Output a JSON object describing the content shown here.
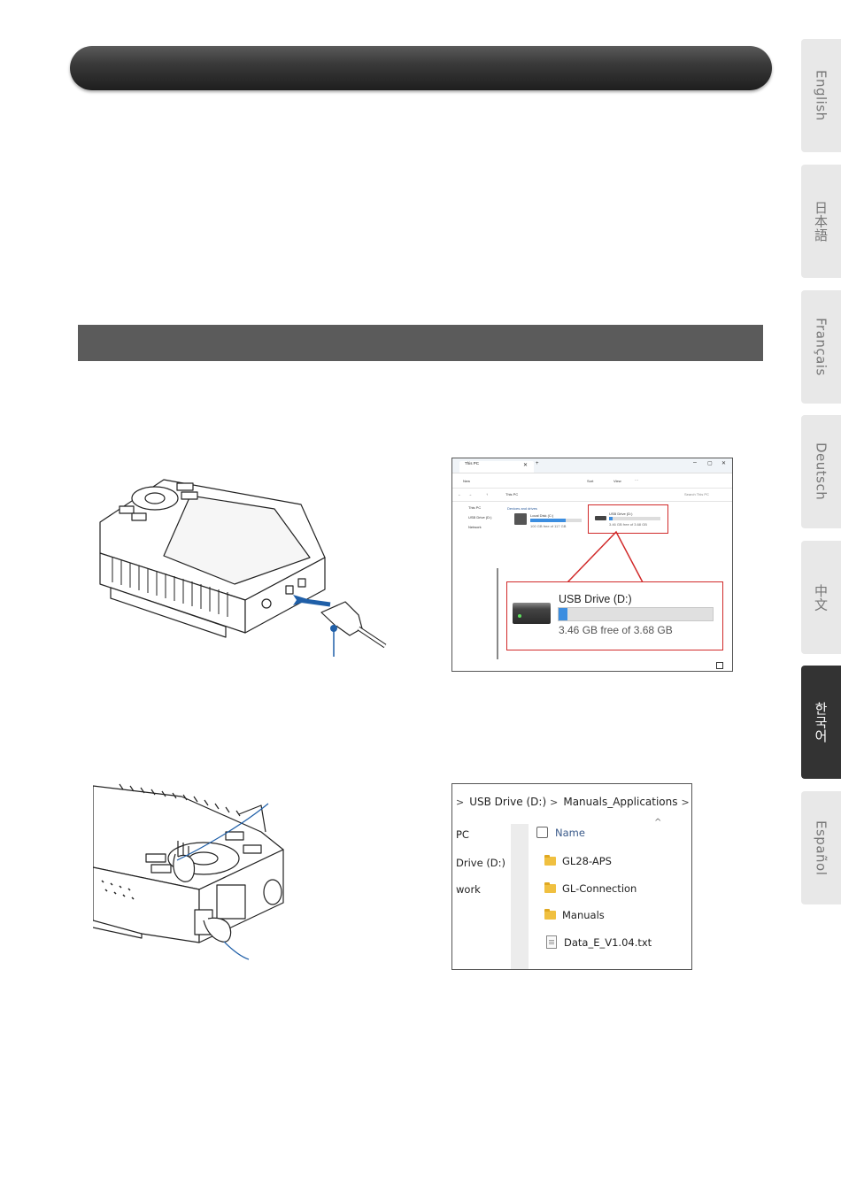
{
  "language_tabs": [
    {
      "label": "English",
      "active": false
    },
    {
      "label": "日本語",
      "active": false
    },
    {
      "label": "Français",
      "active": false
    },
    {
      "label": "Deutsch",
      "active": false
    },
    {
      "label": "中文",
      "active": false
    },
    {
      "label": "한국어",
      "active": true
    },
    {
      "label": "Español",
      "active": false
    }
  ],
  "explorer": {
    "tab_title": "This PC",
    "toolbar": {
      "new": "New",
      "sort": "Sort",
      "view": "View",
      "more": "···"
    },
    "address": "This PC",
    "search_placeholder": "Search This PC",
    "nav_items": [
      "This PC",
      "USB Drive (D:)",
      "Network"
    ],
    "section_header": "Devices and drives",
    "local_drive": {
      "name": "Local Disk (C:)",
      "free": "100 GB free of 117 GB"
    },
    "usb_drive_small": {
      "name": "USB Drive (D:)",
      "free": "3.46 GB free of 3.68 GB"
    },
    "callout": {
      "name": "USB Drive (D:)",
      "free": "3.46 GB free of 3.68 GB",
      "used_fraction": 0.06
    }
  },
  "folder_view": {
    "breadcrumb": [
      "USB Drive (D:)",
      "Manuals_Applications"
    ],
    "nav_items": [
      "PC",
      "Drive (D:)",
      "work"
    ],
    "column_header": "Name",
    "items": [
      {
        "name": "GL28-APS",
        "type": "folder"
      },
      {
        "name": "GL-Connection",
        "type": "folder"
      },
      {
        "name": "Manuals",
        "type": "folder"
      },
      {
        "name": "Data_E_V1.04.txt",
        "type": "file"
      }
    ]
  },
  "colors": {
    "accent_blue": "#1f5fa8",
    "highlight_red": "#d12a2a",
    "dark_tab": "#333333"
  }
}
